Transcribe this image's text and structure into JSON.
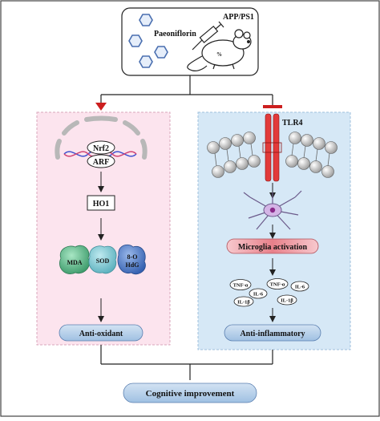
{
  "header": {
    "compound_label": "Paeoniflorin",
    "model_label": "APP/PS1"
  },
  "left_panel": {
    "gene_top": "Nrf2",
    "gene_bottom": "ARF",
    "enzyme": "HO1",
    "markers": [
      "MDA",
      "SOD",
      "8-O",
      "HdG"
    ],
    "outcome": "Anti-oxidant"
  },
  "right_panel": {
    "receptor": "TLR4",
    "cell_process": "Microglia activation",
    "cytokines": [
      "TNF-α",
      "IL-6",
      "TNF-α",
      "IL-6",
      "IL-1β",
      "IL-1β"
    ],
    "outcome": "Anti-inflammatory"
  },
  "final_outcome": "Cognitive improvement",
  "colors": {
    "left_panel_bg": "#fce4ee",
    "right_panel_bg": "#d6e8f6",
    "activate_arrow": "#cc1f1f",
    "outcome_pill": "#b8d2ec",
    "microglia_bar": "#e8808a"
  }
}
